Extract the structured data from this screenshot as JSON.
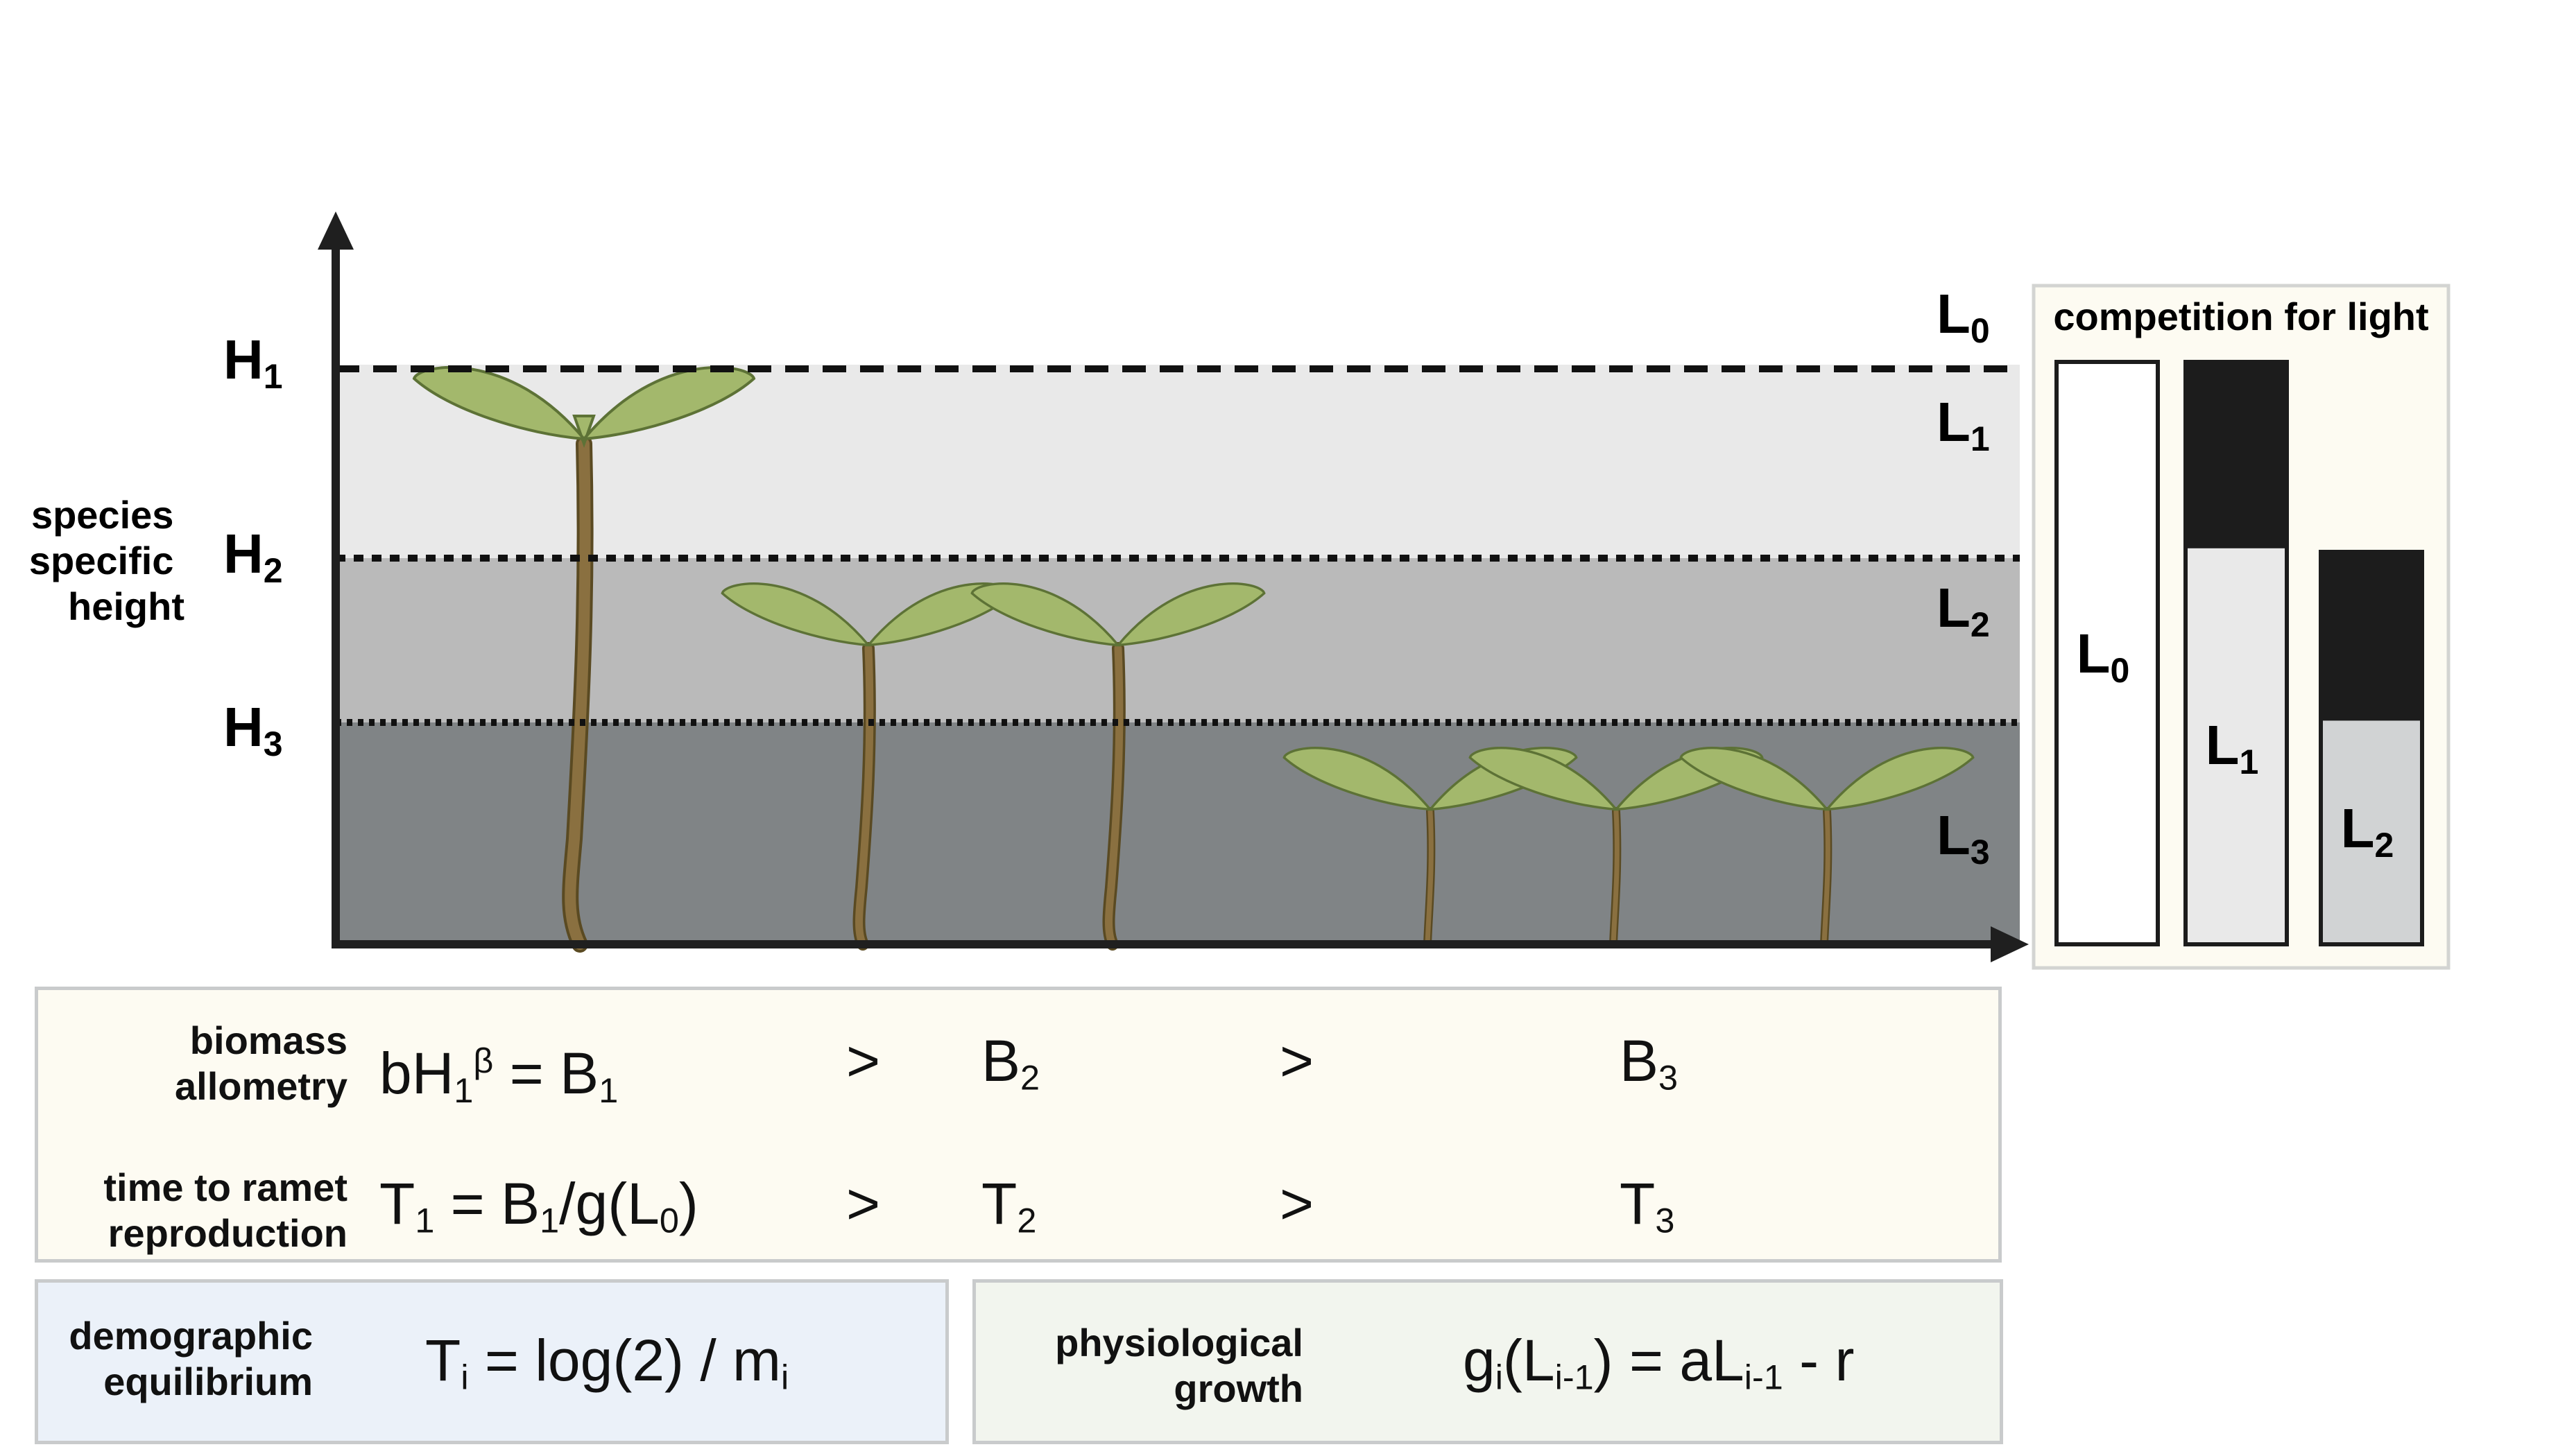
{
  "axis": {
    "y_title": [
      "species",
      "specific",
      "height"
    ],
    "heights": [
      {
        "base": "H",
        "sub": "1"
      },
      {
        "base": "H",
        "sub": "2"
      },
      {
        "base": "H",
        "sub": "3"
      }
    ],
    "layers": [
      {
        "base": "L",
        "sub": "0"
      },
      {
        "base": "L",
        "sub": "1"
      },
      {
        "base": "L",
        "sub": "2"
      },
      {
        "base": "L",
        "sub": "3"
      }
    ]
  },
  "competition": {
    "title": "competition for light",
    "bars": [
      {
        "base": "L",
        "sub": "0",
        "shaded_fraction": 0.0
      },
      {
        "base": "L",
        "sub": "1",
        "shaded_fraction": 0.32
      },
      {
        "base": "L",
        "sub": "2",
        "shaded_fraction": 0.43
      }
    ]
  },
  "colors": {
    "layer1": "#e9e9e9",
    "layer2": "#bababa",
    "layer3": "#808486",
    "leaf": "#a3b86c",
    "leaf_stroke": "#5d7236",
    "stem": "#7d6636",
    "bar_dark": "#1c1c1c"
  },
  "allometry": {
    "biomass_label": [
      "biomass",
      "allometry"
    ],
    "b1_lhs": "bH",
    "b1_sub": "1",
    "b1_sup": "β",
    "b1_rhs": " = B",
    "b1_rhs_sub": "1",
    "gt": ">",
    "b2": "B",
    "b2_sub": "2",
    "b3": "B",
    "b3_sub": "3",
    "time_label": [
      "time to ramet",
      "reproduction"
    ],
    "t1_a": "T",
    "t1_a_sub": "1",
    "t1_b": " = B",
    "t1_b_sub": "1",
    "t1_c": "/g(L",
    "t1_c_sub": "0",
    "t1_d": ")",
    "t2": "T",
    "t2_sub": "2",
    "t3": "T",
    "t3_sub": "3"
  },
  "demographic": {
    "label": [
      "demographic",
      "equilibrium"
    ],
    "eq_a": "T",
    "eq_a_sub": "i",
    "eq_b": " = log(2) / m",
    "eq_b_sub": "i"
  },
  "physiological": {
    "label": [
      "physiological",
      "growth"
    ],
    "eq_a": "g",
    "eq_a_sub": "i",
    "eq_b": "(L",
    "eq_b_sub": "i-1",
    "eq_c": ") = aL",
    "eq_c_sub": "i-1",
    "eq_d": " - r"
  }
}
